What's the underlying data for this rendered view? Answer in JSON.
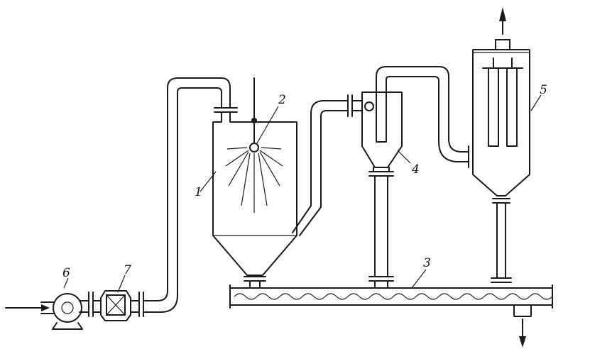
{
  "labels": {
    "dryer": "1",
    "nozzle": "2",
    "conveyor": "3",
    "cyclone": "4",
    "bag_filter": "5",
    "fan": "6",
    "heater": "7"
  }
}
